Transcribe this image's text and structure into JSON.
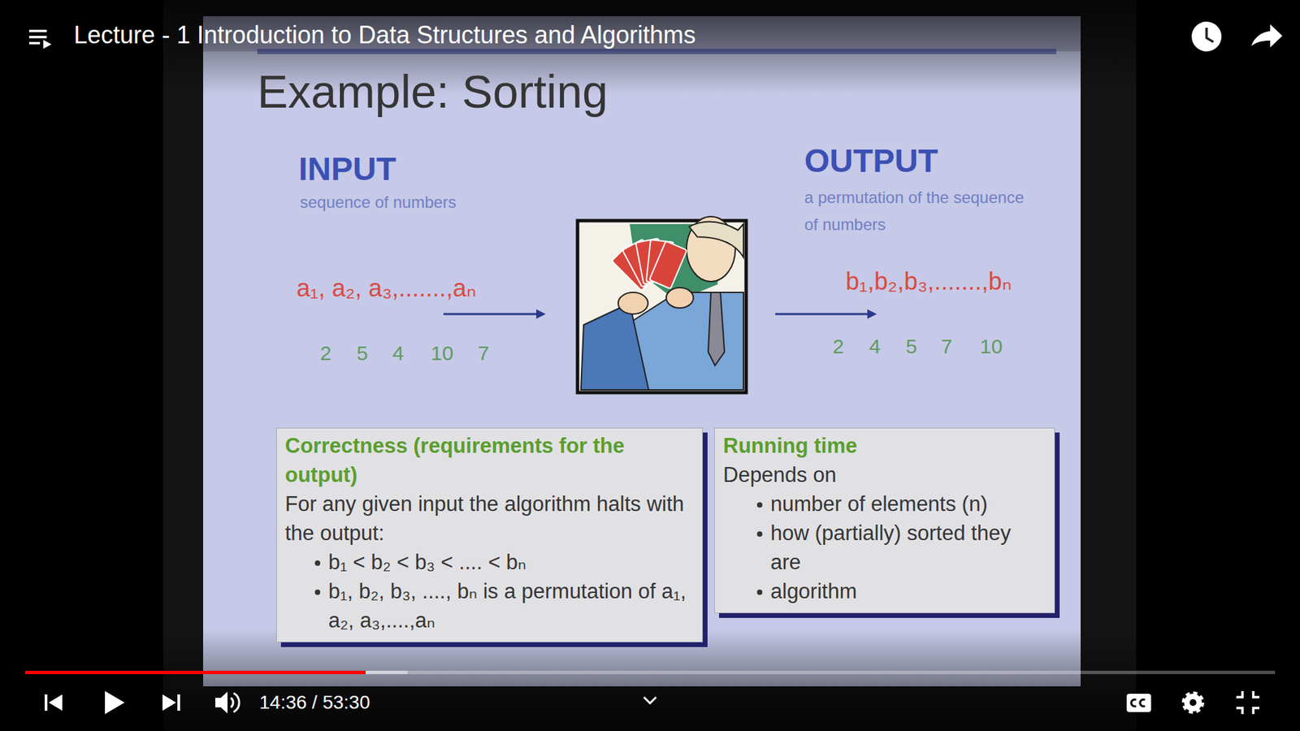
{
  "diagram": {
    "title": "Example: Sorting",
    "nodes": [
      {
        "text": [
          "Correctness (requirements for the output)",
          "For any given input the algorithm halts with the output:",
          "b₁ < b₂ < b₃ < .... < bₙ",
          "b₁, b₂, b₃, ...., bₙ is a permutation of a₁, a₂, a₃,....,aₙ"
        ]
      },
      {
        "text": [
          "Running time",
          "Depends on",
          "number of elements (n)",
          "how (partially) sorted they are",
          "algorithm"
        ]
      }
    ],
    "labels": [
      "Lecture - 1 Introduction to Data Structures and Algorithms",
      "INPUT",
      "sequence of numbers",
      "a₁, a₂, a₃,.......,aₙ",
      "2",
      "5",
      "4",
      "10",
      "7",
      "OUTPUT",
      "a permutation of the sequence of numbers",
      "b₁,b₂,b₃,.......,bₙ",
      "2",
      "4",
      "5",
      "7",
      "10",
      "14:36 / 53:30"
    ]
  }
}
